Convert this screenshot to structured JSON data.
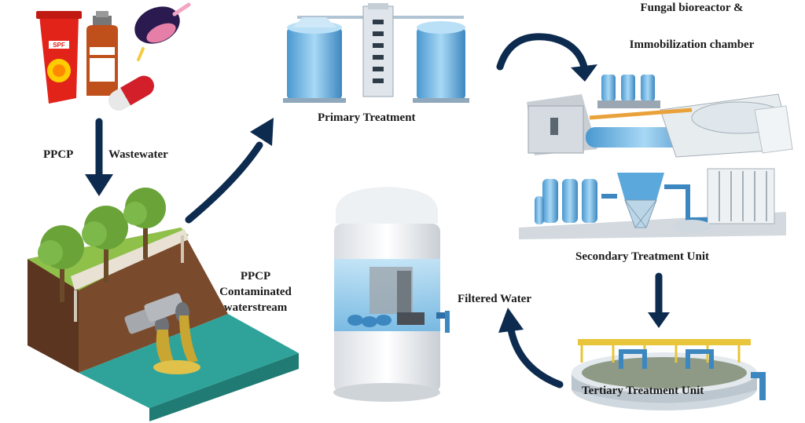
{
  "labels": {
    "ppcp": "PPCP",
    "wastewater": "Wastewater",
    "primary": "Primary Treatment",
    "fungal_line1": "Fungal bioreactor &",
    "fungal_line2": "Immobilization chamber",
    "secondary": "Secondary Treatment Unit",
    "tertiary": "Tertiary Treatment Unit",
    "filtered": "Filtered Water",
    "contaminated_line1": "PPCP",
    "contaminated_line2": "Contaminated",
    "contaminated_line3": "waterstream"
  },
  "logo_text": "SPF",
  "colors": {
    "arrow": "#0d2a4f",
    "tank_blue": "#5ba8dc",
    "tank_light": "#9fd2f2",
    "soil": "#7a4a2c",
    "grass": "#8fc04a",
    "water": "#2fa39a",
    "sludge": "#c9a632"
  }
}
